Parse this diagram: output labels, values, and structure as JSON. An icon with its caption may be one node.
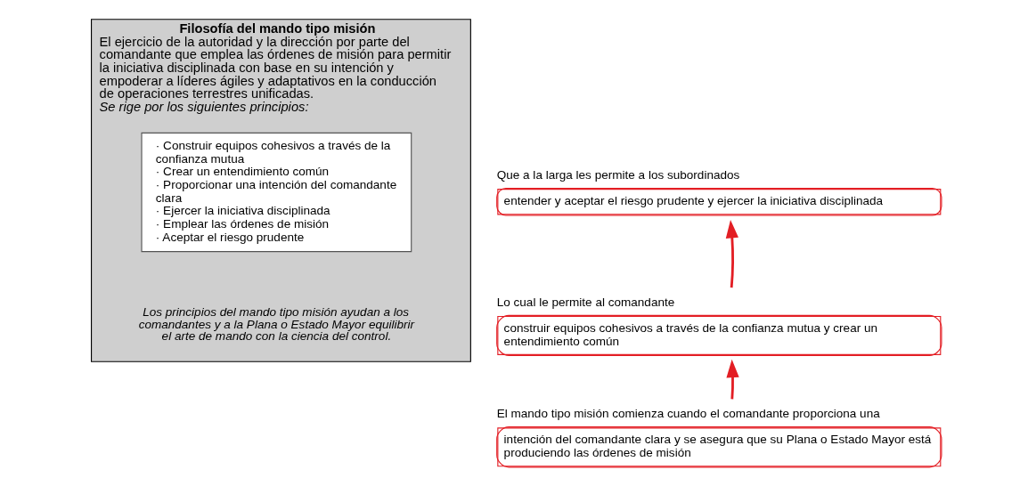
{
  "diagram": {
    "nodes": [
      {
        "text": [
          "Filosofía del mando tipo misión",
          "El ejercicio de la autoridad y la dirección por parte del comandante que emplea las órdenes de misión para permitir la iniciativa disciplinada con base en su intención y empoderar a líderes ágiles y adaptativos en la conducción de operaciones terrestres unificadas.",
          "Se rige por los siguientes principios:",
          "Los principios del mando tipo misión ayudan a los comandantes y a la Plana o Estado Mayor equilibrir el arte de mando con la ciencia del control."
        ]
      },
      {
        "text": [
          "· Construir equipos cohesivos a través de la confianza mutua",
          "· Crear un entendimiento común",
          "· Proporcionar una intención del comandante clara",
          "· Ejercer la iniciativa disciplinada",
          "· Emplear las órdenes de misión",
          "· Aceptar el riesgo prudente"
        ],
        "in": 0
      },
      {
        "text": [
          "Que a la larga les permite a los subordinados",
          "entender y aceptar el riesgo prudente y ejercer la iniciativa disciplinada"
        ]
      },
      {
        "text": [
          "Lo cual le permite al comandante",
          "construir equipos cohesivos a través de la confianza mutua y crear un entendimiento común"
        ]
      },
      {
        "text": [
          "El mando tipo misión comienza cuando el comandante proporciona una",
          "intención del comandante clara y se asegura que su Plana o Estado Mayor está produciendo las órdenes de misión"
        ]
      }
    ],
    "edges": [
      {
        "from": 4,
        "to": 3,
        "arrow": "to",
        "color": "#e31e24"
      },
      {
        "from": 3,
        "to": 2,
        "arrow": "to",
        "color": "#e31e24"
      }
    ]
  }
}
